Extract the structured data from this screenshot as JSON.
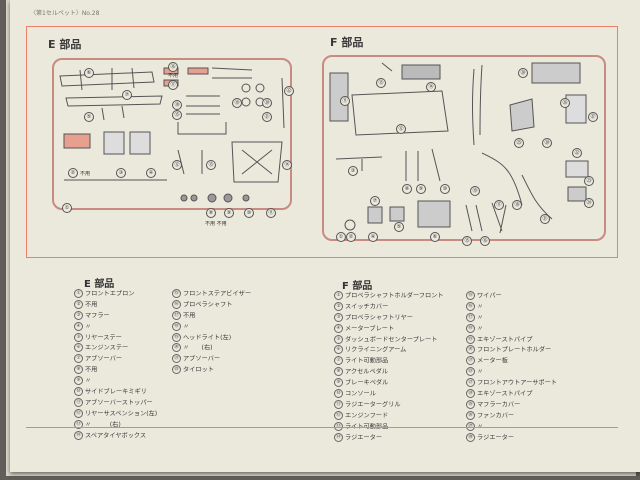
{
  "header": "〈第1セルペット〉No.28",
  "diagram": {
    "e_title": "E 部品",
    "f_title": "F 部品",
    "e_numbers": [
      "①",
      "②",
      "③",
      "④",
      "⑤",
      "⑥",
      "⑦",
      "⑧",
      "⑨",
      "⑩",
      "⑪",
      "⑫",
      "⑬",
      "⑭",
      "⑮",
      "⑯",
      "⑰",
      "⑱",
      "⑲",
      "⑳",
      "㉑",
      "㉒"
    ],
    "f_numbers": [
      "①",
      "②",
      "③",
      "④",
      "⑤",
      "⑥",
      "⑦",
      "⑧",
      "⑨",
      "⑩",
      "⑪",
      "⑫",
      "⑬",
      "⑭",
      "⑮",
      "⑯",
      "⑰",
      "⑱",
      "⑲",
      "⑳",
      "㉑",
      "㉒",
      "㉓",
      "㉔",
      "㉕",
      "㉖",
      "㉗",
      "㉘"
    ],
    "unused": "不用",
    "unused_pair": "不用 不用"
  },
  "e_section": {
    "title": "E 部品",
    "col1": [
      {
        "n": "①",
        "text": "フロントエプロン"
      },
      {
        "n": "②",
        "text": "不用"
      },
      {
        "n": "③",
        "text": "マフラー"
      },
      {
        "n": "④",
        "text": "〃"
      },
      {
        "n": "⑤",
        "text": "リヤーステー"
      },
      {
        "n": "⑥",
        "text": "エンジンステー"
      },
      {
        "n": "⑦",
        "text": "アブソーバー"
      },
      {
        "n": "⑧",
        "text": "不用"
      },
      {
        "n": "⑨",
        "text": "〃"
      },
      {
        "n": "⑩",
        "text": "サイドブレーキミギリ"
      },
      {
        "n": "⑪",
        "text": "アブソーバーストッパー"
      },
      {
        "n": "⑫",
        "text": "リヤーサスペンション(左)"
      },
      {
        "n": "⑬",
        "text": "〃　　　(右)"
      },
      {
        "n": "⑭",
        "text": "スペアタイヤボックス"
      }
    ],
    "col2": [
      {
        "n": "⑮",
        "text": "フロントステアビイザー"
      },
      {
        "n": "⑯",
        "text": "プロペラシャフト"
      },
      {
        "n": "⑰",
        "text": "不用"
      },
      {
        "n": "⑱",
        "text": "〃"
      },
      {
        "n": "⑲",
        "text": "ヘッドライト(左)"
      },
      {
        "n": "⑳",
        "text": "〃　　(右)"
      },
      {
        "n": "㉑",
        "text": "アブソーバー"
      },
      {
        "n": "㉒",
        "text": "タイロット"
      }
    ]
  },
  "f_section": {
    "title": "F 部品",
    "col1": [
      {
        "n": "①",
        "text": "プロペラシャフトホルダーフロント"
      },
      {
        "n": "②",
        "text": "スイッチカバー"
      },
      {
        "n": "③",
        "text": "プロペラシャフトリヤー"
      },
      {
        "n": "④",
        "text": "メーターブレート"
      },
      {
        "n": "⑤",
        "text": "ダッシュボードセンタープレート"
      },
      {
        "n": "⑥",
        "text": "リクライニングアーム"
      },
      {
        "n": "⑦",
        "text": "ライト可動部品"
      },
      {
        "n": "⑧",
        "text": "アクセルペダル"
      },
      {
        "n": "⑨",
        "text": "ブレーキペダル"
      },
      {
        "n": "⑩",
        "text": "コンソール"
      },
      {
        "n": "⑪",
        "text": "ラジエーターグリル"
      },
      {
        "n": "⑫",
        "text": "エンジンフード"
      },
      {
        "n": "⑬",
        "text": "ライト可動部品"
      },
      {
        "n": "⑭",
        "text": "ラジエーター"
      }
    ],
    "col2": [
      {
        "n": "⑮",
        "text": "ワイパー"
      },
      {
        "n": "⑯",
        "text": "〃"
      },
      {
        "n": "⑰",
        "text": "〃"
      },
      {
        "n": "⑱",
        "text": "〃"
      },
      {
        "n": "⑲",
        "text": "エキゾーストパイプ"
      },
      {
        "n": "⑳",
        "text": "フロントプレートホルダー"
      },
      {
        "n": "㉑",
        "text": "メーター板"
      },
      {
        "n": "㉒",
        "text": "〃"
      },
      {
        "n": "㉓",
        "text": "フロントアウトアーサポート"
      },
      {
        "n": "㉔",
        "text": "エキゾーストパイプ"
      },
      {
        "n": "㉕",
        "text": "マフラーカバー"
      },
      {
        "n": "㉖",
        "text": "ファンカバー"
      },
      {
        "n": "㉗",
        "text": "〃"
      },
      {
        "n": "㉘",
        "text": "ラジエーター"
      }
    ]
  }
}
